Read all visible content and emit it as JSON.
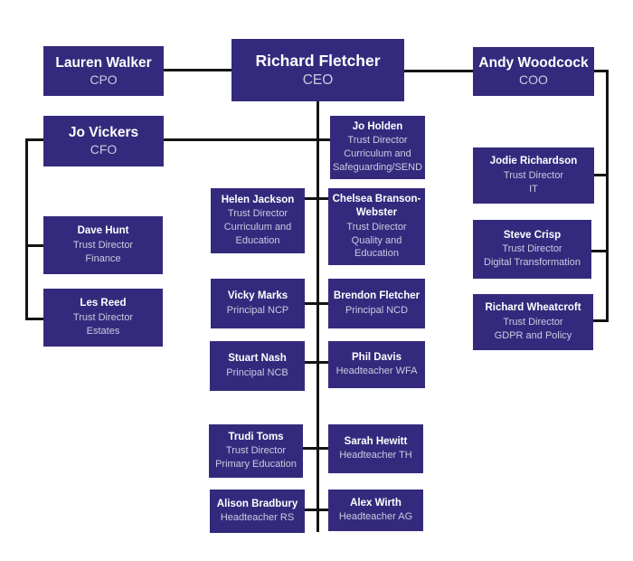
{
  "diagram": {
    "type": "org-chart",
    "background_color": "#ffffff",
    "box_color": "#342a7d",
    "name_color": "#ffffff",
    "title_color": "#cdc9e0",
    "connector_color": "#141414"
  },
  "boxes": [
    {
      "id": "lauren-walker",
      "name": "Lauren Walker",
      "title": "CPO"
    },
    {
      "id": "richard-fletcher",
      "name": "Richard Fletcher",
      "title": "CEO"
    },
    {
      "id": "andy-woodcock",
      "name": "Andy Woodcock",
      "title": "COO"
    },
    {
      "id": "jo-vickers",
      "name": "Jo Vickers",
      "title": "CFO"
    },
    {
      "id": "jo-holden",
      "name": "Jo Holden",
      "title": "Trust Director\nCurriculum and\nSafeguarding/SEND"
    },
    {
      "id": "jodie-richardson",
      "name": "Jodie Richardson",
      "title": "Trust Director\nIT"
    },
    {
      "id": "helen-jackson",
      "name": "Helen Jackson",
      "title": "Trust Director\nCurriculum and\nEducation"
    },
    {
      "id": "chelsea-branson-webster",
      "name": "Chelsea Branson-\nWebster",
      "title": "Trust Director\nQuality and\nEducation"
    },
    {
      "id": "dave-hunt",
      "name": "Dave Hunt",
      "title": "Trust Director\nFinance"
    },
    {
      "id": "steve-crisp",
      "name": "Steve Crisp",
      "title": "Trust Director\nDigital Transformation"
    },
    {
      "id": "les-reed",
      "name": "Les Reed",
      "title": "Trust Director\nEstates"
    },
    {
      "id": "richard-wheatcroft",
      "name": "Richard Wheatcroft",
      "title": "Trust Director\nGDPR and Policy"
    },
    {
      "id": "vicky-marks",
      "name": "Vicky Marks",
      "title": "Principal NCP"
    },
    {
      "id": "brendon-fletcher",
      "name": "Brendon Fletcher",
      "title": "Principal NCD"
    },
    {
      "id": "stuart-nash",
      "name": "Stuart Nash",
      "title": "Principal NCB"
    },
    {
      "id": "phil-davis",
      "name": "Phil Davis",
      "title": "Headteacher WFA"
    },
    {
      "id": "trudi-toms",
      "name": "Trudi Toms",
      "title": "Trust Director\nPrimary Education"
    },
    {
      "id": "sarah-hewitt",
      "name": "Sarah Hewitt",
      "title": "Headteacher TH"
    },
    {
      "id": "alison-bradbury",
      "name": "Alison Bradbury",
      "title": "Headteacher RS"
    },
    {
      "id": "alex-wirth",
      "name": "Alex Wirth",
      "title": "Headteacher AG"
    }
  ]
}
